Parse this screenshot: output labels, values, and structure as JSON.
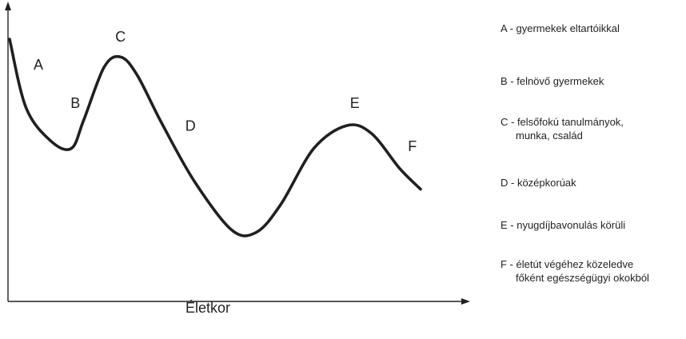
{
  "chart_data": {
    "type": "line",
    "xlabel": "Életkor",
    "ylabel": "",
    "curve": [
      {
        "x": 0,
        "y": 89
      },
      {
        "x": 4,
        "y": 62
      },
      {
        "x": 10,
        "y": 49
      },
      {
        "x": 15,
        "y": 46
      },
      {
        "x": 18,
        "y": 57
      },
      {
        "x": 23,
        "y": 78
      },
      {
        "x": 27,
        "y": 82
      },
      {
        "x": 31,
        "y": 75
      },
      {
        "x": 37,
        "y": 56
      },
      {
        "x": 45,
        "y": 33
      },
      {
        "x": 54,
        "y": 14
      },
      {
        "x": 60,
        "y": 13
      },
      {
        "x": 66,
        "y": 24
      },
      {
        "x": 74,
        "y": 46
      },
      {
        "x": 82,
        "y": 55
      },
      {
        "x": 88,
        "y": 52
      },
      {
        "x": 95,
        "y": 38
      },
      {
        "x": 100,
        "y": 30
      }
    ],
    "point_labels": [
      {
        "label": "A",
        "x": 7,
        "y": 77
      },
      {
        "label": "B",
        "x": 16,
        "y": 62
      },
      {
        "label": "C",
        "x": 27,
        "y": 88
      },
      {
        "label": "D",
        "x": 44,
        "y": 53
      },
      {
        "label": "E",
        "x": 84,
        "y": 62
      },
      {
        "label": "F",
        "x": 98,
        "y": 45
      }
    ],
    "xlim": [
      0,
      100
    ],
    "ylim": [
      0,
      100
    ],
    "grid": false,
    "legend_position": "right"
  },
  "legend": [
    {
      "line1": "A - gyermekek eltartóikkal",
      "line2": ""
    },
    {
      "line1": "B - felnövő gyermekek",
      "line2": ""
    },
    {
      "line1": "C - felsőfokú tanulmányok,",
      "line2": "munka, család"
    },
    {
      "line1": "D - középkorúak",
      "line2": ""
    },
    {
      "line1": "E - nyugdíjbavonulás körüli",
      "line2": ""
    },
    {
      "line1": "F - életút végéhez közeledve",
      "line2": "főként egészségügyi okokból"
    }
  ],
  "colors": {
    "line": "#231f20",
    "axis": "#231f20",
    "text": "#231f20"
  }
}
